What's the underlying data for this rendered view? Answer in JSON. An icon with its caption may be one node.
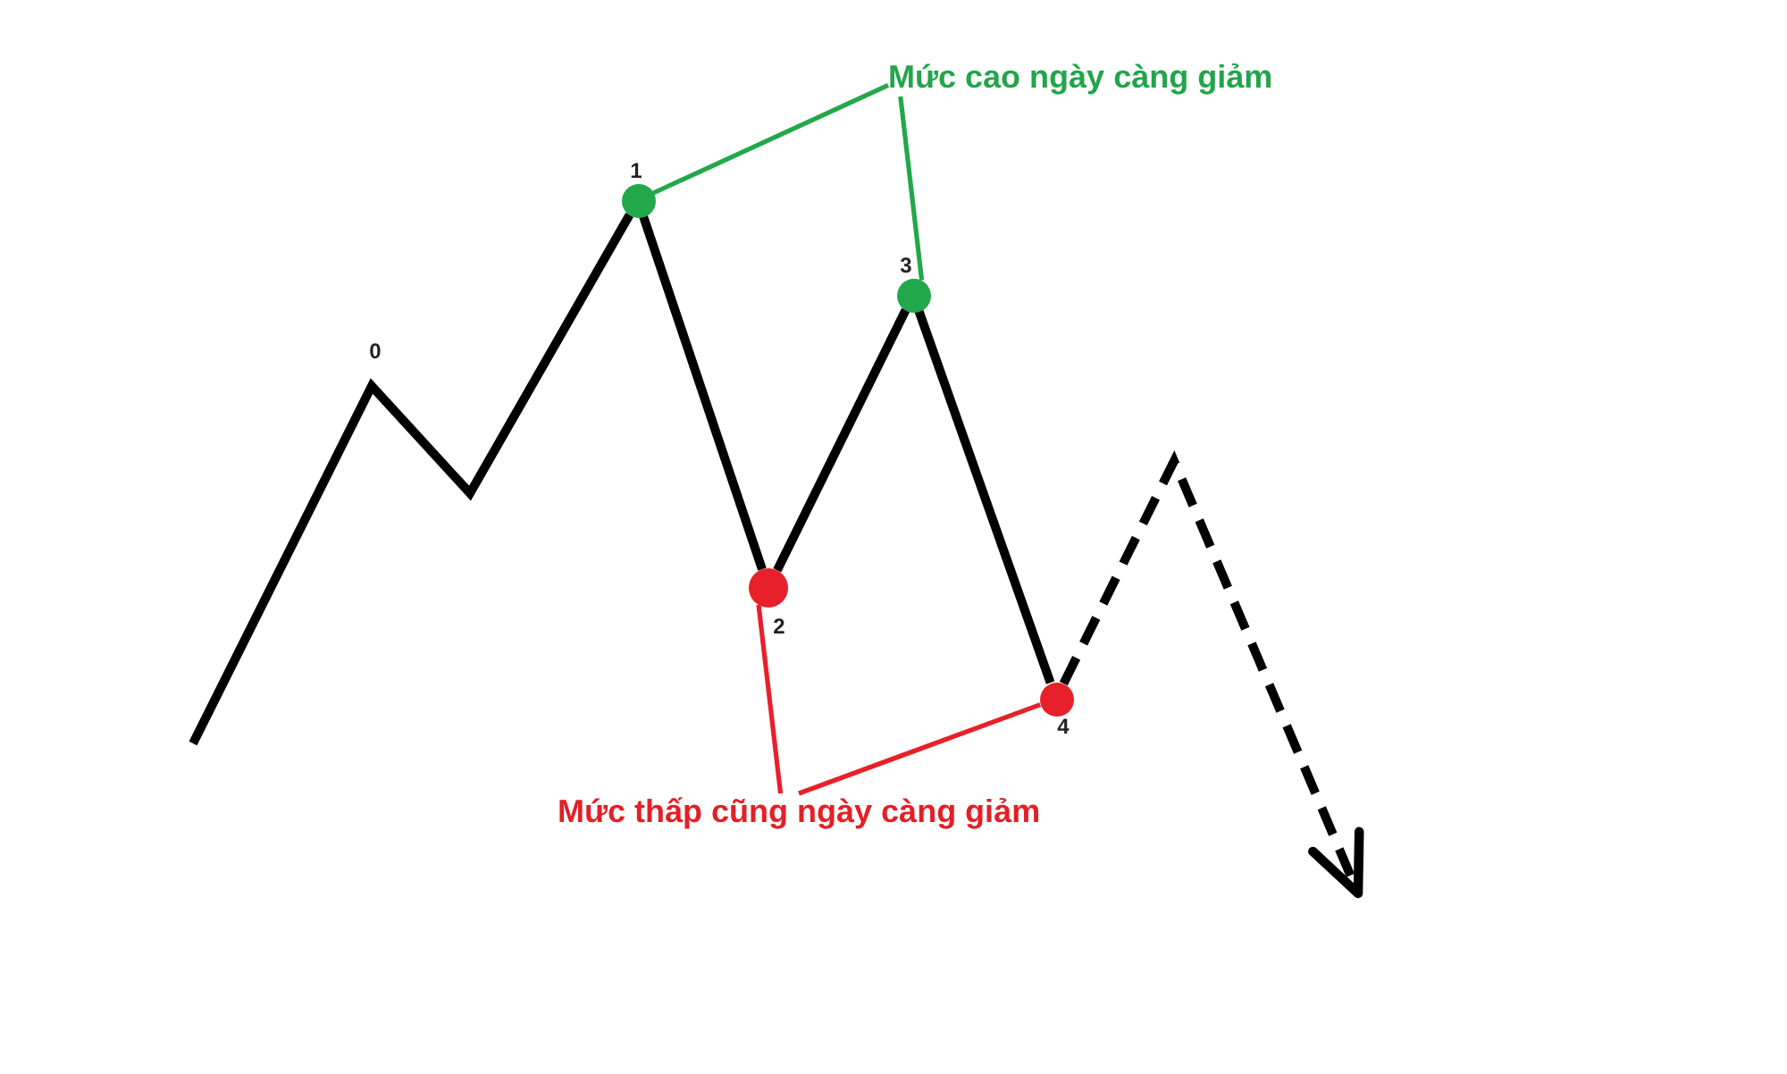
{
  "diagram": {
    "nodes": [
      {
        "text": [
          "Mức cao ngày càng giảm"
        ]
      },
      {
        "text": [],
        "shape": "circle",
        "beside": [
          "1"
        ]
      },
      {
        "text": [],
        "shape": "circle",
        "beside": [
          "2"
        ]
      },
      {
        "text": [],
        "shape": "circle",
        "beside": [
          "3"
        ]
      },
      {
        "text": [],
        "shape": "circle",
        "beside": [
          "4"
        ]
      },
      {
        "text": [
          "Mức thấp cũng ngày càng giảm"
        ]
      }
    ],
    "edges": [
      {
        "from": 0,
        "to": 1,
        "arrow": "none",
        "color": "#22a84a"
      },
      {
        "from": 0,
        "to": 3,
        "arrow": "none",
        "color": "#22a84a"
      },
      {
        "from": 5,
        "to": 2,
        "arrow": "none",
        "color": "#e8202a"
      },
      {
        "from": 5,
        "to": 4,
        "arrow": "none",
        "color": "#e8202a"
      },
      {
        "from": null,
        "to": 1,
        "arrow": "none"
      },
      {
        "from": 1,
        "to": 2,
        "arrow": "none"
      },
      {
        "from": 2,
        "to": 3,
        "arrow": "none"
      },
      {
        "from": 3,
        "to": 4,
        "arrow": "none"
      },
      {
        "from": 4,
        "to": null,
        "arrow": "to",
        "style": "dashed"
      }
    ],
    "labels": [
      "0"
    ]
  }
}
